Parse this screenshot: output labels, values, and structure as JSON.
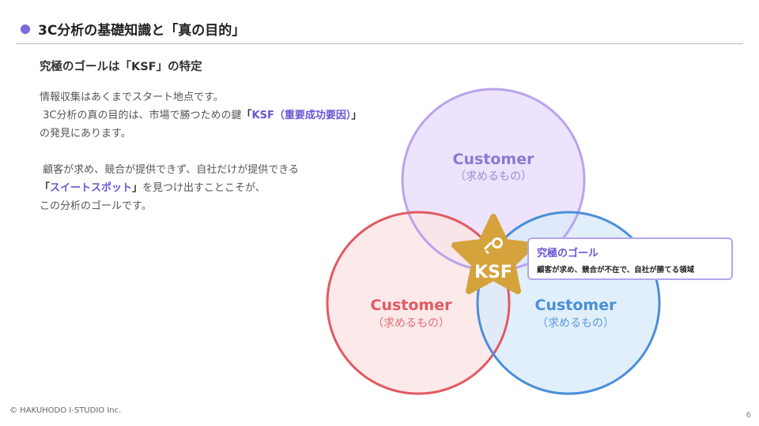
{
  "header": {
    "title": "3C分析の基礎知識と「真の目的」"
  },
  "subtitle": "究極のゴールは「KSF」の特定",
  "body": {
    "line1": "情報収集はあくまでスタート地点です。",
    "line2_pre": "3C分析の真の目的は、市場で勝つための鍵",
    "line2_highlight": "KSF（重要成功要因）",
    "line3": "の発見にあります。",
    "line4": "顧客が求め、競合が提供できず、自社だけが提供できる",
    "line5_highlight": "スイートスポット",
    "line5_post": "を見つけ出すことこそが、",
    "line6": "この分析のゴールです。"
  },
  "diagram": {
    "circles": [
      {
        "label": "Customer",
        "sub": "（求めるもの）",
        "fill": "#e8dcfb",
        "stroke": "#b9a4ec",
        "label_color": "#8c78d2",
        "sub_color": "#9b8cd4"
      },
      {
        "label": "Customer",
        "sub": "（求めるもの）",
        "fill": "#fbe3e5",
        "stroke": "#e05b63",
        "label_color": "#e05b63",
        "sub_color": "#e06d74"
      },
      {
        "label": "Customer",
        "sub": "（求めるもの）",
        "fill": "#d9ebfa",
        "stroke": "#4a8fd8",
        "label_color": "#4a8fd8",
        "sub_color": "#5a9ade"
      }
    ],
    "badge": {
      "label": "KSF",
      "color": "#d5a33b",
      "icon": "key-icon"
    },
    "callout": {
      "title": "究極のゴール",
      "text": "顧客が求め、競合が不在で、自社が勝てる領域"
    }
  },
  "footer": {
    "copyright": "© HAKUHODO I-STUDIO Inc.",
    "page": "6"
  }
}
